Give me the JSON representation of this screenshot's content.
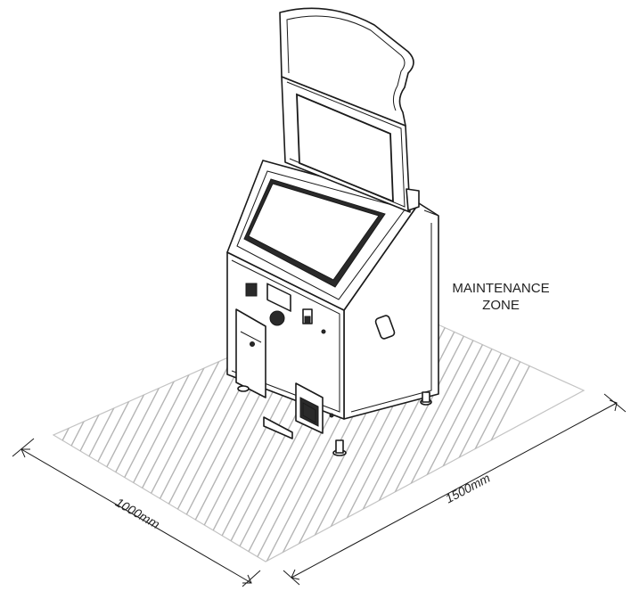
{
  "zone": {
    "label_line1": "MAINTENANCE",
    "label_line2": "ZONE"
  },
  "dimensions": {
    "width_label": "1000mm",
    "depth_label": "1500mm"
  },
  "colors": {
    "hatch": "#b5b5b5",
    "outline": "#1a1a1a"
  }
}
